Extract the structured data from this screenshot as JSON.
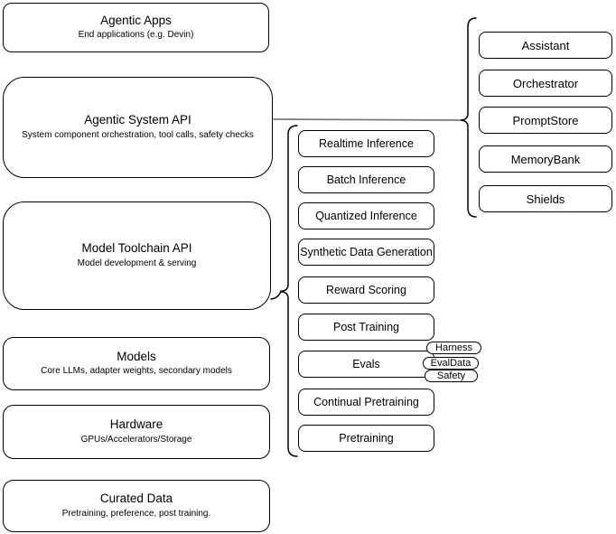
{
  "diagram": {
    "layers": [
      {
        "title": "Agentic Apps",
        "subtitle": "End applications (e.g. Devin)"
      },
      {
        "title": "Agentic System API",
        "subtitle": "System component orchestration, tool calls, safety checks"
      },
      {
        "title": "Model Toolchain API",
        "subtitle": "Model development & serving"
      },
      {
        "title": "Models",
        "subtitle": "Core LLMs, adapter weights, secondary models"
      },
      {
        "title": "Hardware",
        "subtitle": "GPUs/Accelerators/Storage"
      },
      {
        "title": "Curated Data",
        "subtitle": "Pretraining, preference, post training."
      }
    ],
    "toolchain_components": [
      "Realtime Inference",
      "Batch Inference",
      "Quantized Inference",
      "Synthetic Data Generation",
      "Reward Scoring",
      "Post Training",
      "Evals",
      "Continual Pretraining",
      "Pretraining"
    ],
    "eval_tags": [
      "Harness",
      "EvalData",
      "Safety"
    ],
    "system_components": [
      "Assistant",
      "Orchestrator",
      "PromptStore",
      "MemoryBank",
      "Shields"
    ],
    "colors": {
      "background": "#ffffff",
      "shape_stroke": "#000000",
      "connector": "#7a7a7a",
      "text": "#000000"
    }
  }
}
